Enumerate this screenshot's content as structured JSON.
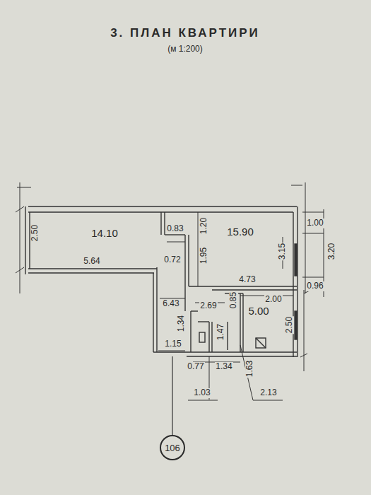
{
  "diagram": {
    "title": "3. ПЛАН КВАРТИРИ",
    "nodes": [
      {
        "text": [
          "106"
        ]
      }
    ],
    "labels": [
      "(м 1:200)",
      "2.50",
      "14.10",
      "0.83",
      "1.20",
      "15.90",
      "1.00",
      "3.15",
      "3.20",
      "5.64",
      "0.72",
      "1.95",
      "4.73",
      "0.96",
      "6.43",
      "2.69",
      "0.85",
      "2.00",
      "5.00",
      "2.50",
      "1.34",
      "1.47",
      "1.15",
      "0.77",
      "1.34",
      "1.63",
      "1.03",
      "2.13"
    ]
  }
}
